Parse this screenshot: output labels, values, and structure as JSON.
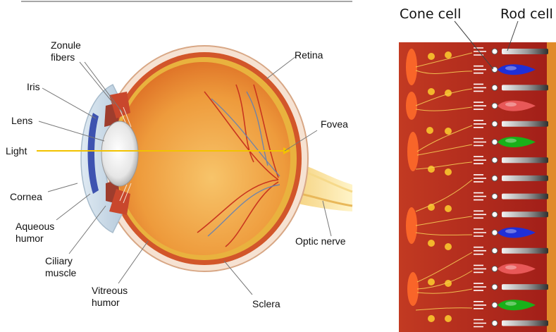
{
  "labels": {
    "zonule": "Zonule\nfibers",
    "iris": "Iris",
    "lens": "Lens",
    "light": "Light",
    "cornea": "Cornea",
    "aqueous": "Aqueous\nhumor",
    "ciliary": "Ciliary\nmuscle",
    "vitreous": "Vitreous\nhumor",
    "retina": "Retina",
    "fovea": "Fovea",
    "optic_nerve": "Optic nerve",
    "sclera": "Sclera",
    "cone_cell": "Cone cell",
    "rod_cell": "Rod cell"
  },
  "colors": {
    "retina_background": "#b1241b",
    "light_ray": "#f2c200",
    "cone_blue": "#1f2fd8",
    "cone_red": "#e85858",
    "cone_green": "#19b019",
    "rod": "#5a5a5a",
    "sclera_rim": "#f3d9c4"
  },
  "photoreceptor_column": [
    "rod",
    "blue-cone",
    "rod",
    "red-cone",
    "rod",
    "green-cone",
    "rod",
    "rod",
    "rod",
    "rod",
    "blue-cone",
    "rod",
    "red-cone",
    "rod",
    "green-cone",
    "rod"
  ]
}
